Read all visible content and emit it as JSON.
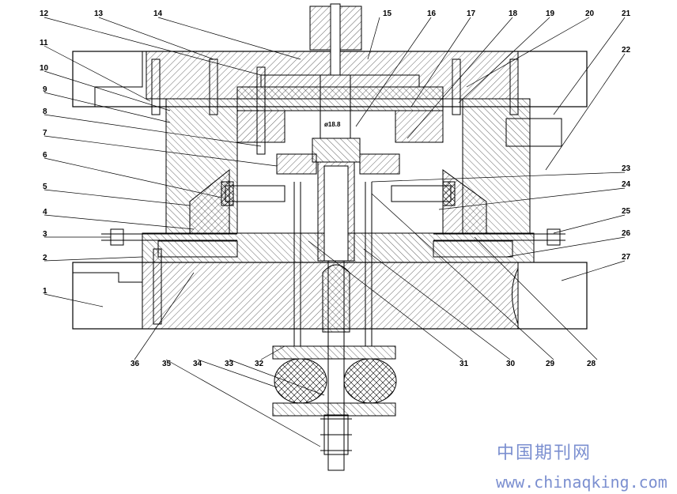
{
  "callouts": [
    "1",
    "2",
    "3",
    "4",
    "5",
    "6",
    "7",
    "8",
    "9",
    "10",
    "11",
    "12",
    "13",
    "14",
    "15",
    "16",
    "17",
    "18",
    "19",
    "20",
    "21",
    "22",
    "23",
    "24",
    "25",
    "26",
    "27",
    "28",
    "29",
    "30",
    "31",
    "32",
    "33",
    "34",
    "35",
    "36"
  ],
  "dimension_label": "ø18.8",
  "watermark": {
    "cn_text": "中国期刊网",
    "url_text": "www.chinaqking.com"
  },
  "colors": {
    "line": "#000000",
    "watermark": "#7b8fd0"
  }
}
